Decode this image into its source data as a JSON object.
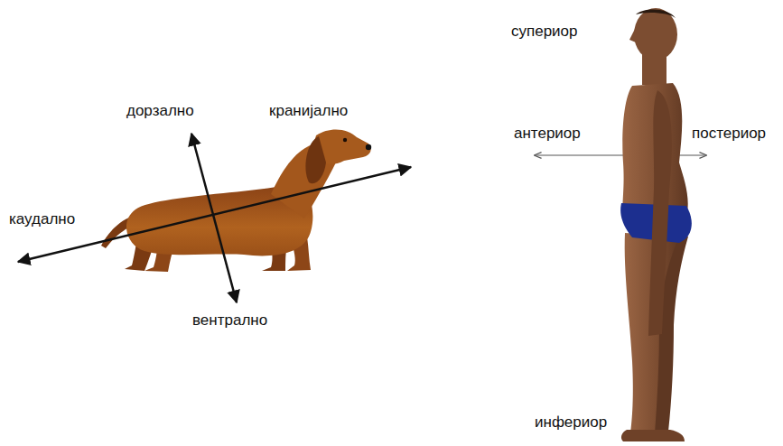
{
  "diagram": {
    "labels": [
      "дорзално",
      "кранијално",
      "каудално",
      "вентрално",
      "супериор",
      "антериор",
      "постериор",
      "инфериор"
    ]
  }
}
